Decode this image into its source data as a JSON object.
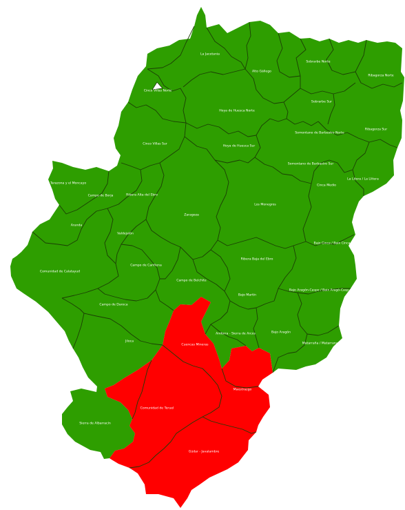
{
  "map": {
    "colors": {
      "green": "#2e9e00",
      "red": "#ff0000",
      "border": "#1b3d05",
      "label": "#ffffff"
    },
    "regions": [
      {
        "id": "r01",
        "label": "La Jacetania",
        "fill": "green"
      },
      {
        "id": "r02",
        "label": "Alto Gállego",
        "fill": "green"
      },
      {
        "id": "r03",
        "label": "Sobrarbe Norte",
        "fill": "green"
      },
      {
        "id": "r04",
        "label": "Ribagorza Norte",
        "fill": "green"
      },
      {
        "id": "r05",
        "label": "Cinco Villas Norte",
        "fill": "green"
      },
      {
        "id": "r06",
        "label": "Sobrarbe Sur",
        "fill": "green"
      },
      {
        "id": "r07",
        "label": "Hoya de Huesca Norte",
        "fill": "green"
      },
      {
        "id": "r08",
        "label": "Somontano de Barbastro Norte",
        "fill": "green"
      },
      {
        "id": "r09",
        "label": "Ribagorza Sur",
        "fill": "green"
      },
      {
        "id": "r10",
        "label": "Cinco Villas Sur",
        "fill": "green"
      },
      {
        "id": "r11",
        "label": "Hoya de Huesca Sur",
        "fill": "green"
      },
      {
        "id": "r12",
        "label": "Somontano de Barbastro Sur",
        "fill": "green"
      },
      {
        "id": "r13",
        "label": "Tarazona y el Moncayo",
        "fill": "green"
      },
      {
        "id": "r14",
        "label": "Cinca Medio",
        "fill": "green"
      },
      {
        "id": "r15",
        "label": "La Litera / La Llitera",
        "fill": "green"
      },
      {
        "id": "r16",
        "label": "Campo de Borja",
        "fill": "green"
      },
      {
        "id": "r17",
        "label": "Ribera Alta del Ebro",
        "fill": "green"
      },
      {
        "id": "r18",
        "label": "Los Monegros",
        "fill": "green"
      },
      {
        "id": "r19",
        "label": "Aranda",
        "fill": "green"
      },
      {
        "id": "r20",
        "label": "Zaragoza",
        "fill": "green"
      },
      {
        "id": "r21",
        "label": "Valdejalón",
        "fill": "green"
      },
      {
        "id": "r22",
        "label": "Bajo Cinca / Baix Cinca",
        "fill": "green"
      },
      {
        "id": "r23",
        "label": "Comunidad de Calatayud",
        "fill": "green"
      },
      {
        "id": "r24",
        "label": "Campo de Cariñena",
        "fill": "green"
      },
      {
        "id": "r25",
        "label": "Ribera Baja del Ebro",
        "fill": "green"
      },
      {
        "id": "r26",
        "label": "Campo de Belchite",
        "fill": "green"
      },
      {
        "id": "r27",
        "label": "Bajo Martín",
        "fill": "green"
      },
      {
        "id": "r28",
        "label": "Campo de Daroca",
        "fill": "green"
      },
      {
        "id": "r29",
        "label": "Bajo Aragón-Caspe / Baix Aragó-Casp",
        "fill": "green"
      },
      {
        "id": "r30",
        "label": "Jiloca",
        "fill": "green"
      },
      {
        "id": "r31",
        "label": "Andorra - Sierra de Arcos",
        "fill": "green"
      },
      {
        "id": "r32",
        "label": "Bajo Aragón",
        "fill": "green"
      },
      {
        "id": "r33",
        "label": "Matarraña / Matarranya",
        "fill": "green"
      },
      {
        "id": "r34",
        "label": "Cuencas Mineras",
        "fill": "red"
      },
      {
        "id": "r35",
        "label": "Maestrazgo",
        "fill": "red"
      },
      {
        "id": "r36",
        "label": "Comunidad de Teruel",
        "fill": "red"
      },
      {
        "id": "r37",
        "label": "Sierra de Albarracín",
        "fill": "green"
      },
      {
        "id": "r38",
        "label": "Gúdar - Javalambre",
        "fill": "red"
      }
    ]
  }
}
